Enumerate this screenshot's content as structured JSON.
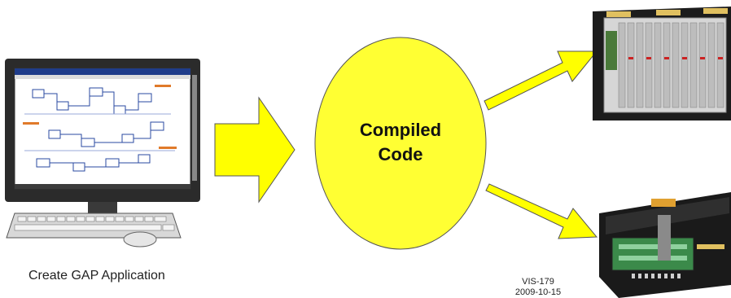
{
  "captions": {
    "left": "Create GAP Application"
  },
  "center": {
    "line1": "Compiled",
    "line2": "Code"
  },
  "reference": {
    "id": "VIS-179",
    "date": "2009-10-15"
  },
  "colors": {
    "arrow_fill": "#ffff00",
    "ellipse_fill": "#ffff33",
    "outline": "#555555"
  },
  "icons": {
    "computer": "desktop-computer-icon",
    "rack": "control-rack-icon",
    "controller": "controller-module-icon"
  }
}
